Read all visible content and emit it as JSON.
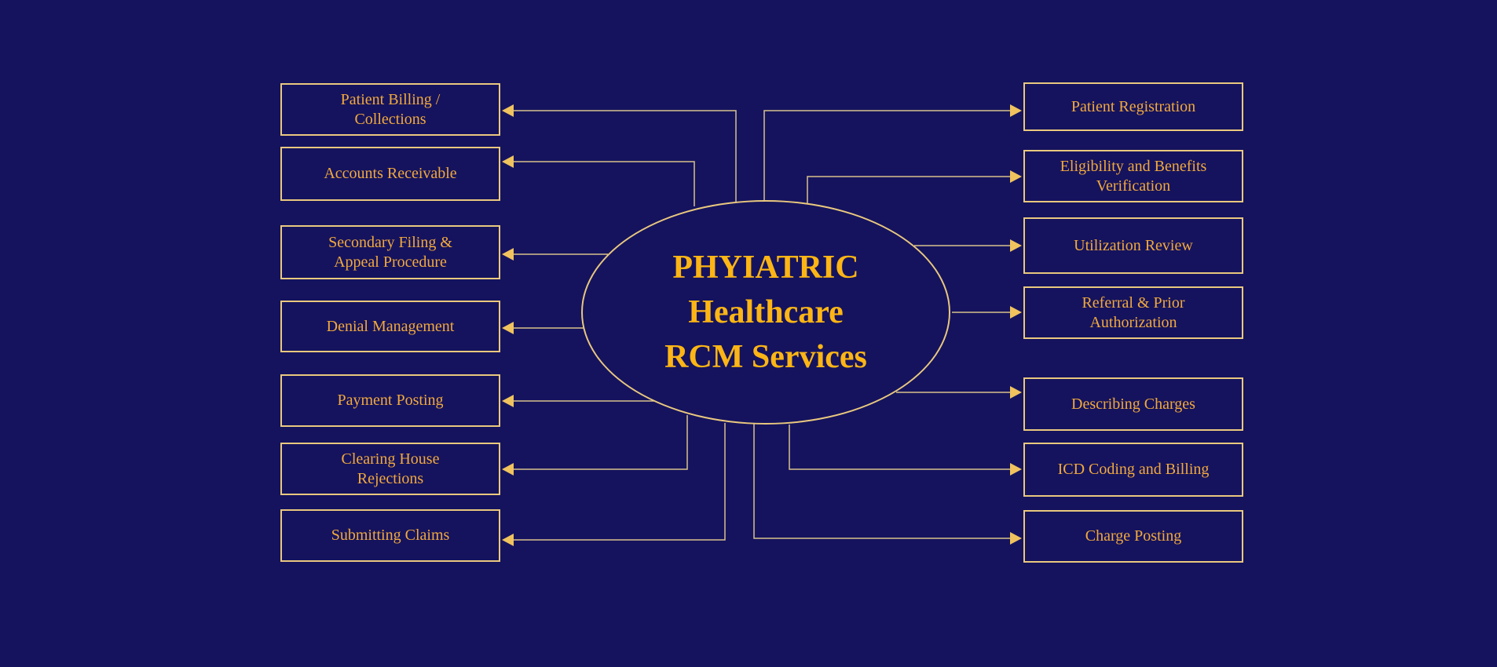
{
  "colors": {
    "background": "#15135E",
    "box_border": "#E9C87E",
    "box_text": "#F2A93C",
    "title_text": "#FCB515",
    "connector_line": "#D8C28C",
    "arrowhead": "#F0C35E"
  },
  "center": {
    "title_lines": [
      "PHYIATRIC",
      "Healthcare",
      "RCM Services"
    ]
  },
  "nodes": {
    "left": [
      {
        "label": [
          "Patient Billing /",
          "Collections"
        ]
      },
      {
        "label": "Accounts Receivable"
      },
      {
        "label": [
          "Secondary Filing &",
          "Appeal Procedure"
        ]
      },
      {
        "label": "Denial Management"
      },
      {
        "label": "Payment Posting"
      },
      {
        "label": [
          "Clearing House",
          "Rejections"
        ]
      },
      {
        "label": "Submitting Claims"
      }
    ],
    "right": [
      {
        "label": "Patient Registration"
      },
      {
        "label": [
          "Eligibility and Benefits",
          "Verification"
        ]
      },
      {
        "label": "Utilization Review"
      },
      {
        "label": [
          "Referral & Prior",
          "Authorization"
        ]
      },
      {
        "label": "Describing Charges"
      },
      {
        "label": "ICD Coding and Billing"
      },
      {
        "label": "Charge Posting"
      }
    ]
  }
}
